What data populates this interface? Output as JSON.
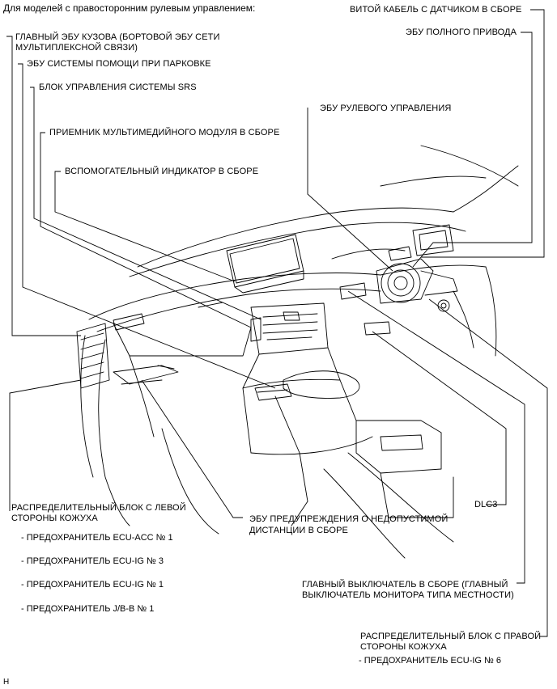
{
  "header": "Для моделей с правосторонним рулевым управлением:",
  "labels": {
    "spiral_cable": "ВИТОЙ КАБЕЛЬ С ДАТЧИКОМ В СБОРЕ",
    "awd_ecu": "ЭБУ ПОЛНОГО ПРИВОДА",
    "main_body_ecu_l1": "ГЛАВНЫЙ ЭБУ КУЗОВА (БОРТОВОЙ ЭБУ СЕТИ",
    "main_body_ecu_l2": "МУЛЬТИПЛЕКСНОЙ СВЯЗИ)",
    "parking_assist_ecu": "ЭБУ СИСТЕМЫ ПОМОЩИ ПРИ ПАРКОВКЕ",
    "srs_unit": "БЛОК УПРАВЛЕНИЯ СИСТЕМЫ SRS",
    "steering_ecu": "ЭБУ РУЛЕВОГО УПРАВЛЕНИЯ",
    "multimedia_receiver": "ПРИЕМНИК МУЛЬТИМЕДИЙНОГО МОДУЛЯ В СБОРЕ",
    "accessory_meter": "ВСПОМОГАТЕЛЬНЫЙ ИНДИКАТОР В СБОРЕ",
    "left_jb_l1": "РАСПРЕДЕЛИТЕЛЬНЫЙ БЛОК С ЛЕВОЙ",
    "left_jb_l2": "СТОРОНЫ КОЖУХА",
    "distance_ecu_l1": "ЭБУ ПРЕДУПРЕЖДЕНИЯ О НЕДОПУСТИМОЙ",
    "distance_ecu_l2": "ДИСТАНЦИИ В СБОРЕ",
    "dlc3": "DLC3",
    "main_switch_l1": "ГЛАВНЫЙ ВЫКЛЮЧАТЕЛЬ В СБОРЕ (ГЛАВНЫЙ",
    "main_switch_l2": "ВЫКЛЮЧАТЕЛЬ МОНИТОРА ТИПА МЕСТНОСТИ)",
    "right_jb_l1": "РАСПРЕДЕЛИТЕЛЬНЫЙ БЛОК С ПРАВОЙ",
    "right_jb_l2": "СТОРОНЫ КОЖУХА"
  },
  "left_fuses": [
    "- ПРЕДОХРАНИТЕЛЬ ECU-ACC № 1",
    "- ПРЕДОХРАНИТЕЛЬ ECU-IG № 3",
    "- ПРЕДОХРАНИТЕЛЬ ECU-IG № 1",
    "- ПРЕДОХРАНИТЕЛЬ J/B-B № 1"
  ],
  "right_fuses": [
    "- ПРЕДОХРАНИТЕЛЬ ECU-IG № 6"
  ],
  "footer": "H"
}
